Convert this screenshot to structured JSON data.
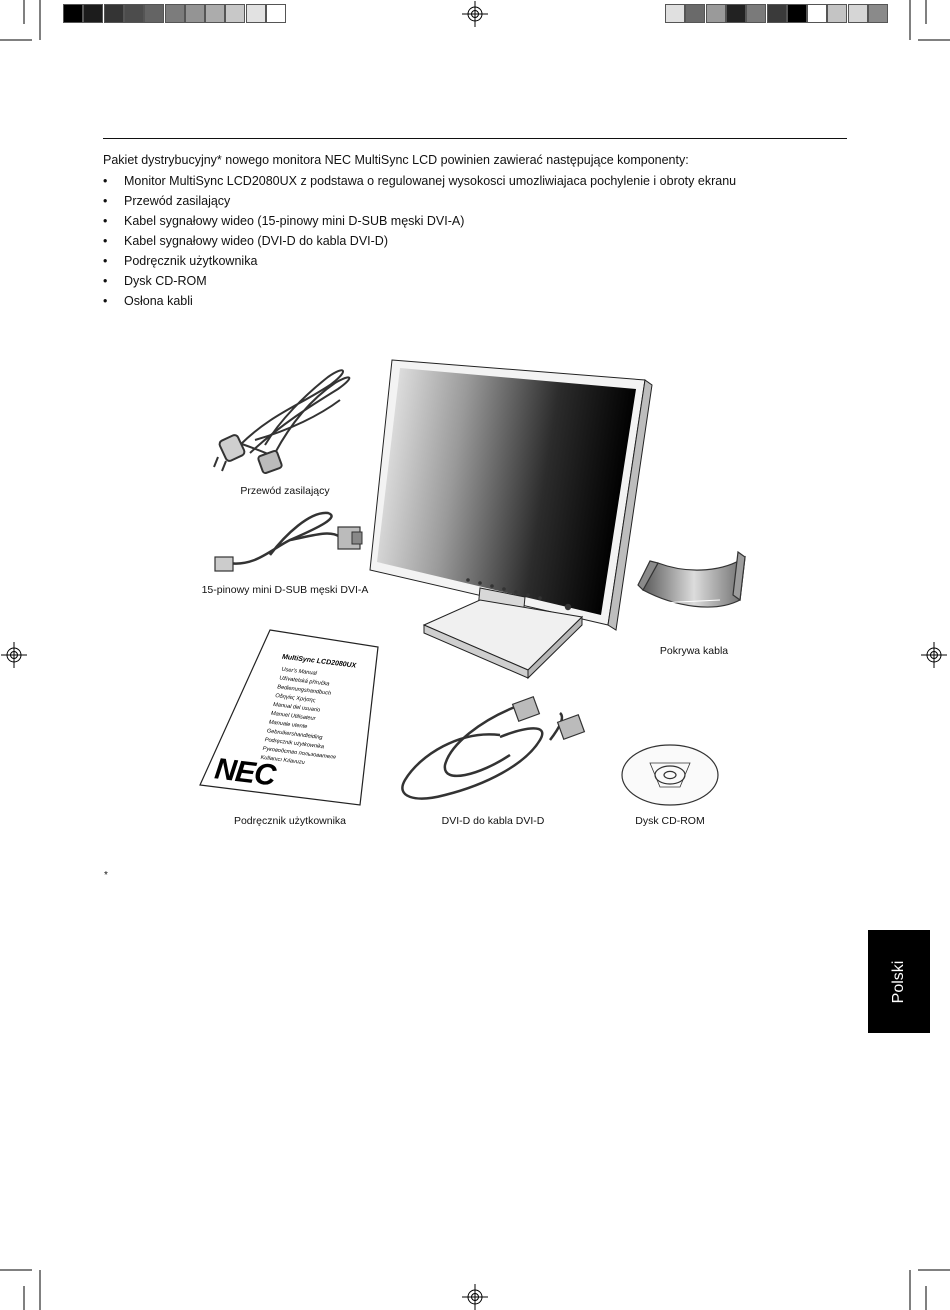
{
  "intro_text": "Pakiet dystrybucyjny* nowego monitora NEC MultiSync LCD powinien zawierać następujące komponenty:",
  "components": [
    "Monitor MultiSync LCD2080UX z podstawa o regulowanej wysokosci umozliwiajaca pochylenie i obroty ekranu",
    "Przewód zasilający",
    "Kabel sygnałowy wideo (15-pinowy mini D-SUB męski DVI-A)",
    "Kabel sygnałowy wideo (DVI-D do kabla DVI-D)",
    "Podręcznik użytkownika",
    "Dysk CD-ROM",
    "Osłona kabli"
  ],
  "captions": {
    "power_cord": "Przewód zasilający",
    "dsub_cable": "15-pinowy mini D-SUB męski DVI-A",
    "cable_cover": "Pokrywa kabla",
    "manual": "Podręcznik użytkownika",
    "dvi_cable": "DVI-D do kabla DVI-D",
    "cdrom": "Dysk CD-ROM"
  },
  "manual_cover": {
    "model": "MultiSync LCD2080UX",
    "languages": [
      "User's Manual",
      "Uživatelská příručka",
      "Bedienungshandbuch",
      "Οδηγίες Χρήσης",
      "Manual del usuario",
      "Manuel Utilisateur",
      "Manuale utente",
      "Gebruikershandleiding",
      "Podręcznik użytkownika",
      "Руководство пользователя",
      "Kullanıcı Kılavuzu"
    ],
    "logo": "NEC"
  },
  "footnote_marker": "*",
  "side_tab": "Polski",
  "colors": {
    "text": "#111111",
    "tab_background": "#000000",
    "tab_text": "#ffffff"
  },
  "color_bar_left": [
    "#000000",
    "#1c1c1c",
    "#343434",
    "#4c4c4c",
    "#646464",
    "#7c7c7c",
    "#949494",
    "#acacac",
    "#c8c8c8",
    "#e2e2e2",
    "#ffffff"
  ],
  "color_bar_right": [
    "#e0e0e0",
    "#6a6a6a",
    "#9a9a9a",
    "#222222",
    "#7a7a7a",
    "#3a3a3a",
    "#000000",
    "#ffffff",
    "#c4c4c4",
    "#d6d6d6",
    "#8a8a8a"
  ]
}
